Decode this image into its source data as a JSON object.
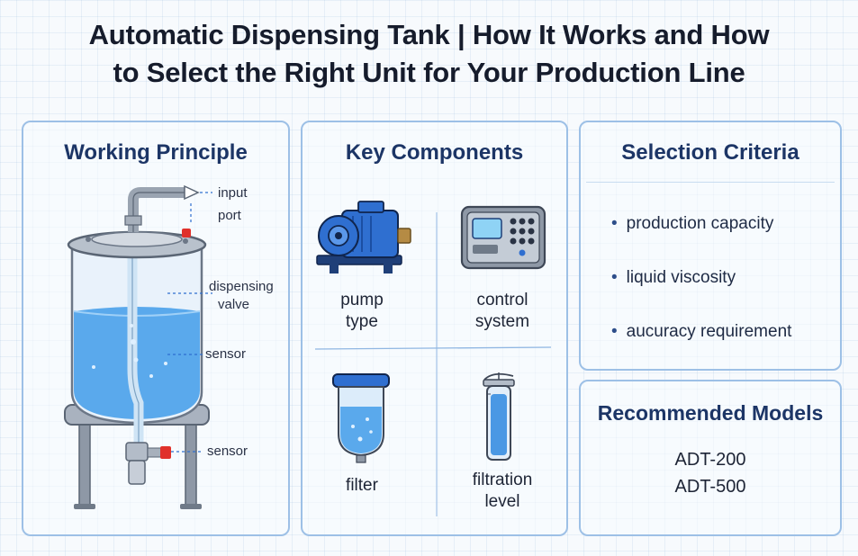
{
  "title": {
    "line1": "Automatic Dispensing Tank | How It Works and How",
    "line2": "to Select the Right Unit for Your Production Line"
  },
  "working_principle": {
    "title": "Working Principle",
    "labels": {
      "input_port_line1": "input",
      "input_port_line2": "port",
      "valve_line1": "dispensing",
      "valve_line2": "valve",
      "sensor_mid": "sensor",
      "sensor_bottom": "sensor"
    }
  },
  "key_components": {
    "title": "Key Components",
    "items": [
      {
        "line1": "pump",
        "line2": "type",
        "icon": "pump-icon"
      },
      {
        "line1": "control",
        "line2": "system",
        "icon": "control-panel-icon"
      },
      {
        "line1": "filter",
        "line2": "",
        "icon": "filter-icon"
      },
      {
        "line1": "filtration",
        "line2": "level",
        "icon": "test-tube-icon"
      }
    ]
  },
  "selection_criteria": {
    "title": "Selection Criteria",
    "items": [
      "production capacity",
      "liquid viscosity",
      "aucuracy requirement"
    ],
    "bullet": "•"
  },
  "recommended_models": {
    "title": "Recommended Models",
    "models": [
      "ADT-200",
      "ADT-500"
    ]
  },
  "colors": {
    "panel_border": "#9dc0e6",
    "panel_title": "#1c3566",
    "liquid": "#5aa9ec",
    "pump_blue": "#2f6fd0",
    "valve_red": "#e0312b"
  }
}
